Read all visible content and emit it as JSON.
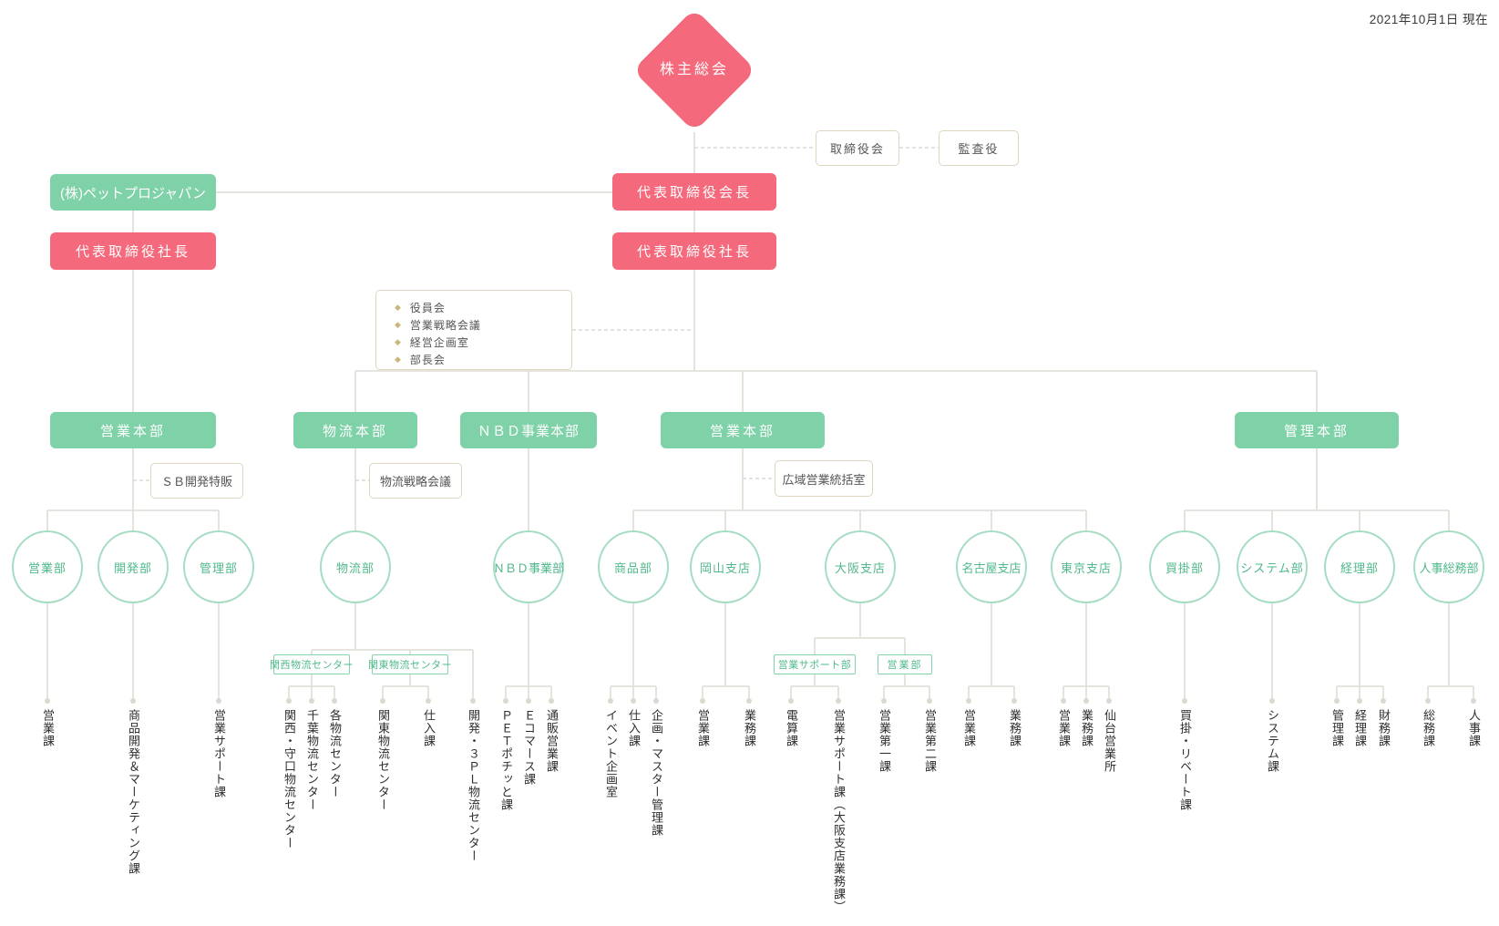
{
  "meta": {
    "date_label": "2021年10月1日 現在",
    "bullet_icon": "◆"
  },
  "colors": {
    "accent_red": "#f4697b",
    "accent_green": "#7fd1a8",
    "circle_green": "#4fb98a",
    "connector_line": "#e3e0d9",
    "tan_border": "#ded6bf"
  },
  "top": {
    "shareholders_meeting": "株主総会",
    "board_of_directors": "取締役会",
    "auditor": "監査役",
    "group_company": "(株)ペットプロジャパン",
    "chairman": "代表取締役会長",
    "group_president": "代表取締役社長",
    "president": "代表取締役社長"
  },
  "committees": {
    "items": [
      "役員会",
      "営業戦略会議",
      "経営企画室",
      "部長会"
    ]
  },
  "divisions": [
    {
      "label": "営業本部"
    },
    {
      "label": "物流本部"
    },
    {
      "label": "ＮＢＤ事業本部"
    },
    {
      "label": "営業本部"
    },
    {
      "label": "管理本部"
    }
  ],
  "staff_boxes": [
    {
      "label": "ＳＢ開発特販"
    },
    {
      "label": "物流戦略会議"
    },
    {
      "label": "広域営業統括室"
    }
  ],
  "departments": [
    {
      "label": "営業部"
    },
    {
      "label": "開発部"
    },
    {
      "label": "管理部"
    },
    {
      "label": "物流部"
    },
    {
      "label": "ＮＢＤ事業部"
    },
    {
      "label": "商品部"
    },
    {
      "label": "岡山支店"
    },
    {
      "label": "大阪支店"
    },
    {
      "label": "名古屋支店"
    },
    {
      "label": "東京支店"
    },
    {
      "label": "買掛部"
    },
    {
      "label": "システム部"
    },
    {
      "label": "経理部"
    },
    {
      "label": "人事総務部"
    }
  ],
  "sub_offices": [
    {
      "label": "関西物流センター"
    },
    {
      "label": "関東物流センター"
    },
    {
      "label": "営業サポート部"
    },
    {
      "label": "営業部"
    }
  ],
  "leaves": [
    {
      "label": "営業課"
    },
    {
      "label": "商品開発＆マーケティング課"
    },
    {
      "label": "営業サポート課"
    },
    {
      "label": "関西・守口物流センター"
    },
    {
      "label": "千葉物流センター"
    },
    {
      "label": "各物流センター"
    },
    {
      "label": "関東物流センター"
    },
    {
      "label": "仕入課"
    },
    {
      "label": "開発・３ＰＬ物流センター"
    },
    {
      "label": "ＰＥＴポチッと課"
    },
    {
      "label": "Ｅコマース課"
    },
    {
      "label": "通販営業課"
    },
    {
      "label": "イベント企画室"
    },
    {
      "label": "仕入課"
    },
    {
      "label": "企画・マスター管理課"
    },
    {
      "label": "営業課"
    },
    {
      "label": "業務課"
    },
    {
      "label": "電算課"
    },
    {
      "label": "営業サポート課（大阪支店業務課）"
    },
    {
      "label": "営業第一課"
    },
    {
      "label": "営業第二課"
    },
    {
      "label": "営業課"
    },
    {
      "label": "業務課"
    },
    {
      "label": "営業課"
    },
    {
      "label": "業務課"
    },
    {
      "label": "仙台営業所"
    },
    {
      "label": "買掛・リベート課"
    },
    {
      "label": "システム課"
    },
    {
      "label": "管理課"
    },
    {
      "label": "経理課"
    },
    {
      "label": "財務課"
    },
    {
      "label": "総務課"
    },
    {
      "label": "人事課"
    }
  ]
}
